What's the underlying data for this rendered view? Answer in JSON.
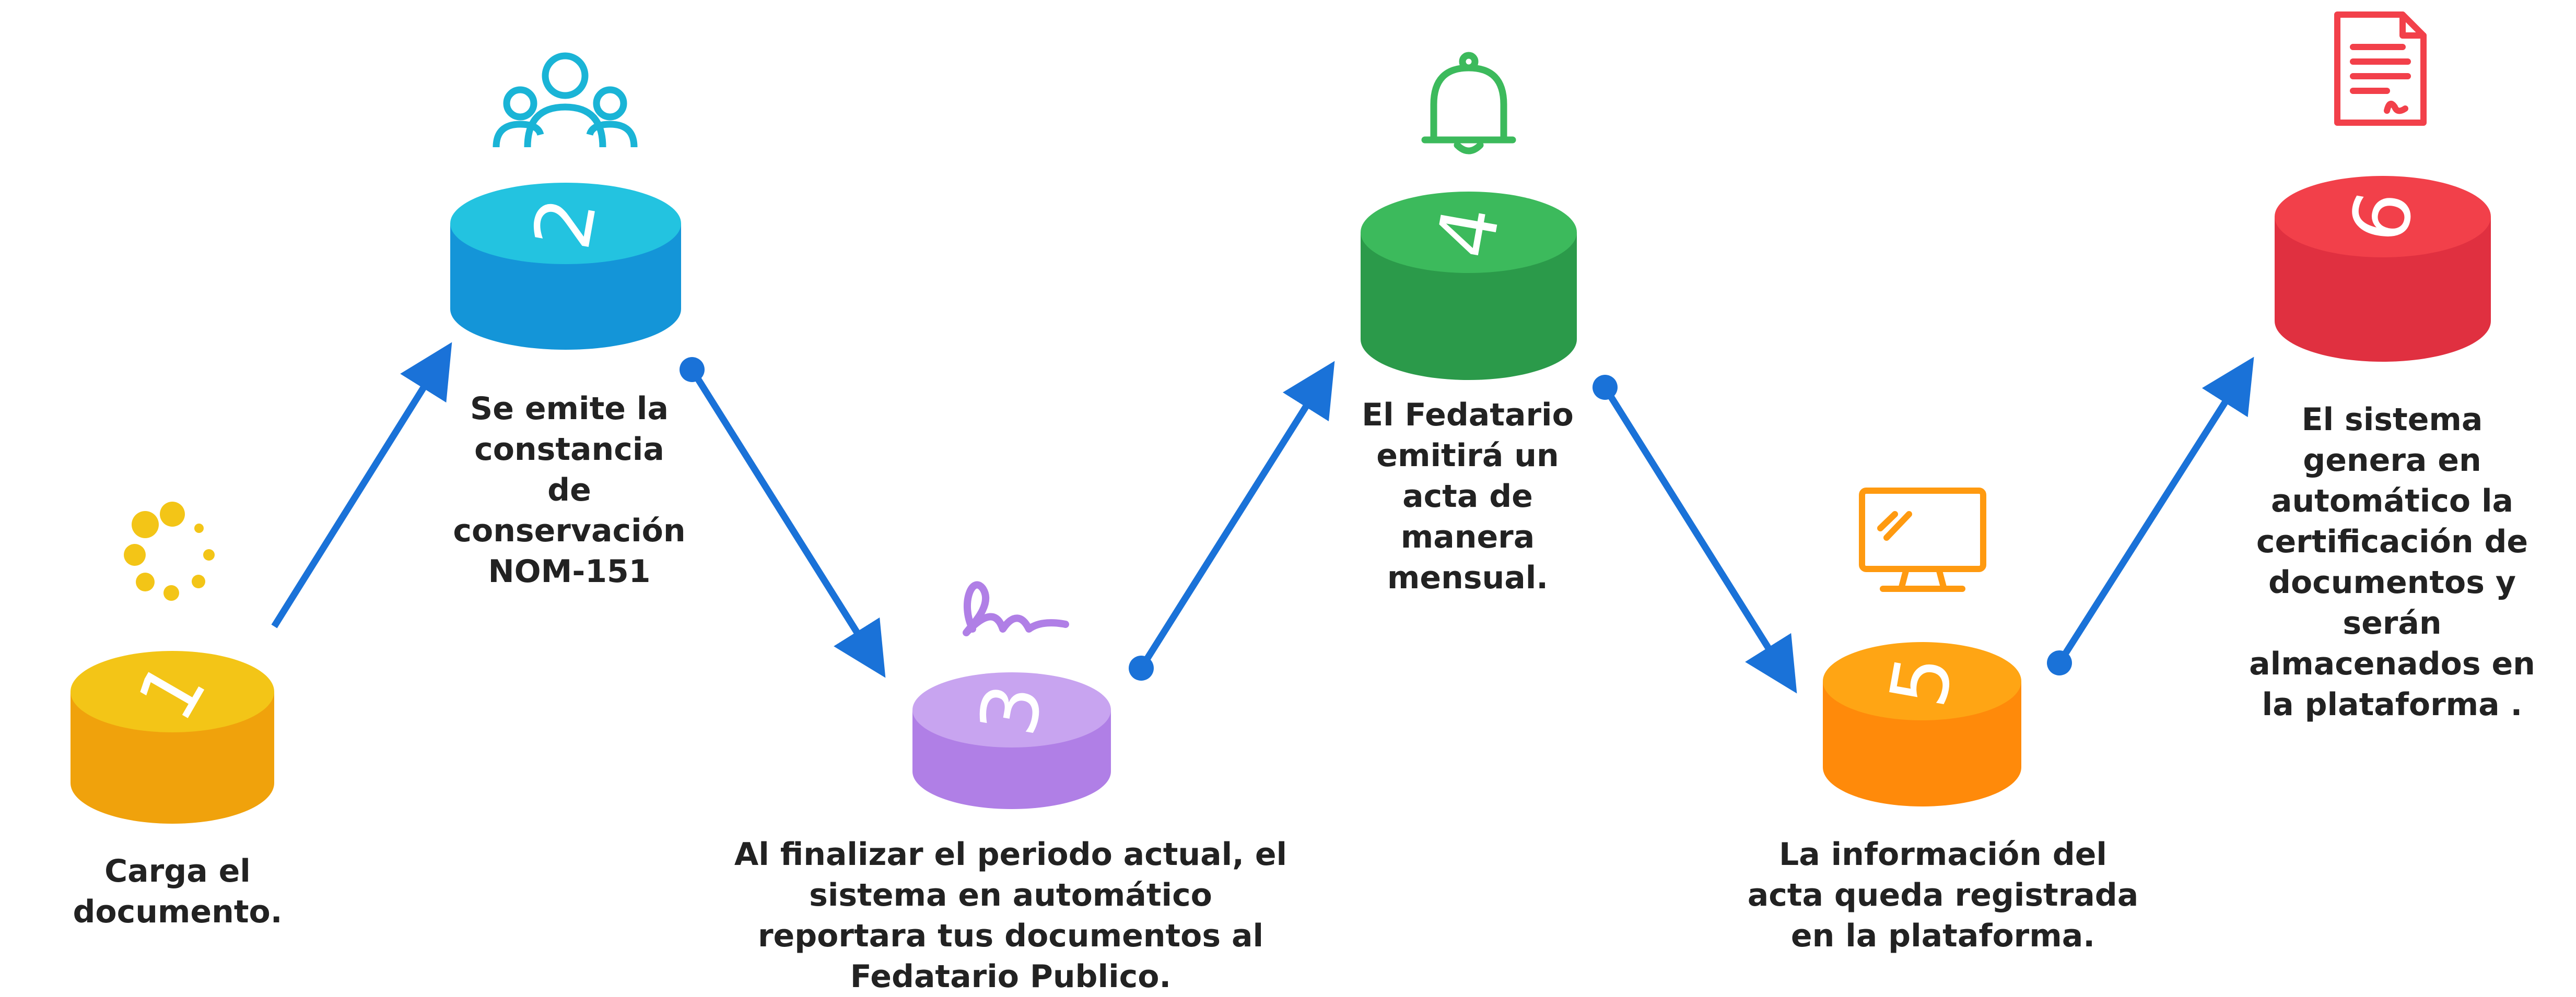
{
  "steps": [
    {
      "number": "1",
      "icon": "loading-dots-icon",
      "color_top": "#f3c517",
      "color_side": "#f0a20c",
      "text": "Carga el documento."
    },
    {
      "number": "2",
      "icon": "team-people-icon",
      "color_top": "#23c3e0",
      "color_side": "#1495d8",
      "text": "Se emite la constancia de conservación NOM-151"
    },
    {
      "number": "3",
      "icon": "signature-icon",
      "color_top": "#c8a4f0",
      "color_side": "#b07fe6",
      "text": "Al finalizar el periodo actual, el sistema en automático reportara tus documentos al Fedatario Publico."
    },
    {
      "number": "4",
      "icon": "bell-icon",
      "color_top": "#3cba5c",
      "color_side": "#2b9a4a",
      "text": "El Fedatario emitirá un acta de manera mensual."
    },
    {
      "number": "5",
      "icon": "monitor-icon",
      "color_top": "#ffa514",
      "color_side": "#ff8a0a",
      "text": "La información del acta queda registrada en la plataforma."
    },
    {
      "number": "6",
      "icon": "document-certificate-icon",
      "color_top": "#f2404a",
      "color_side": "#e03040",
      "text": "El sistema genera en automático la certificación de documentos y serán almacenados en la plataforma ."
    }
  ],
  "colors": {
    "arrow": "#1a72d8",
    "text": "#222222"
  }
}
